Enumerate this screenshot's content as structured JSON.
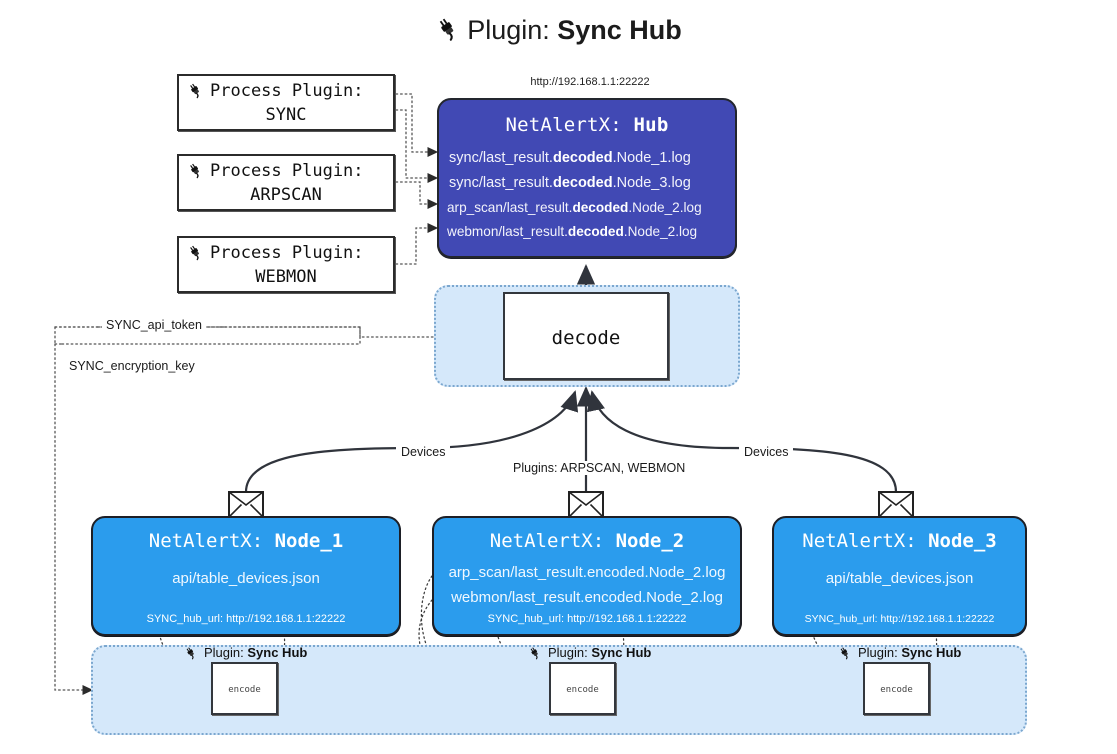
{
  "title": {
    "icon": "plug-icon",
    "prefix": "Plugin: ",
    "name": "Sync Hub"
  },
  "hub": {
    "url": "http://192.168.1.1:22222",
    "title_prefix": "NetAlertX: ",
    "title_name": "Hub",
    "logs": [
      {
        "pre": "sync/last_result.",
        "em": "decoded",
        "post": ".Node_1.log"
      },
      {
        "pre": "sync/last_result.",
        "em": "decoded",
        "post": ".Node_3.log"
      },
      {
        "pre": "arp_scan/last_result.",
        "em": "decoded",
        "post": ".Node_2.log"
      },
      {
        "pre": "webmon/last_result.",
        "em": "decoded",
        "post": ".Node_2.log"
      }
    ]
  },
  "process_plugins": [
    {
      "icon": "plug-icon",
      "line1": "Process Plugin:",
      "line2": "SYNC"
    },
    {
      "icon": "plug-icon",
      "line1": "Process Plugin:",
      "line2": "ARPSCAN"
    },
    {
      "icon": "plug-icon",
      "line1": "Process Plugin:",
      "line2": "WEBMON"
    }
  ],
  "decode": {
    "label": "decode"
  },
  "settings_edges": [
    {
      "label": "SYNC_api_token"
    },
    {
      "label": "SYNC_encryption_key"
    }
  ],
  "transport_labels": {
    "left": "Devices",
    "center": "Plugins: ARPSCAN, WEBMON",
    "right": "Devices"
  },
  "nodes": [
    {
      "title_prefix": "NetAlertX: ",
      "title_name": "Node_1",
      "lines": [
        "api/table_devices.json"
      ],
      "hub_url_label": "SYNC_hub_url: http://192.168.1.1:22222",
      "envelope_icon": "envelope-icon"
    },
    {
      "title_prefix": "NetAlertX: ",
      "title_name": "Node_2",
      "lines": [
        "arp_scan/last_result.encoded.Node_2.log",
        "webmon/last_result.encoded.Node_2.log"
      ],
      "hub_url_label": "SYNC_hub_url: http://192.168.1.1:22222",
      "envelope_icon": "envelope-icon"
    },
    {
      "title_prefix": "NetAlertX: ",
      "title_name": "Node_3",
      "lines": [
        "api/table_devices.json"
      ],
      "hub_url_label": "SYNC_hub_url: http://192.168.1.1:22222",
      "envelope_icon": "envelope-icon"
    }
  ],
  "encoders": [
    {
      "icon": "plug-icon",
      "caption_prefix": "Plugin: ",
      "caption_name": "Sync Hub",
      "label": "encode"
    },
    {
      "icon": "plug-icon",
      "caption_prefix": "Plugin: ",
      "caption_name": "Sync Hub",
      "label": "encode"
    },
    {
      "icon": "plug-icon",
      "caption_prefix": "Plugin: ",
      "caption_name": "Sync Hub",
      "label": "encode"
    }
  ],
  "colors": {
    "hub_fill": "#4149b4",
    "node_fill": "#2b9ced",
    "panel_fill": "#d5e8fa",
    "panel_border": "#7ba7cf",
    "stroke": "#2b2b2b",
    "page_bg": "#ffffff"
  }
}
